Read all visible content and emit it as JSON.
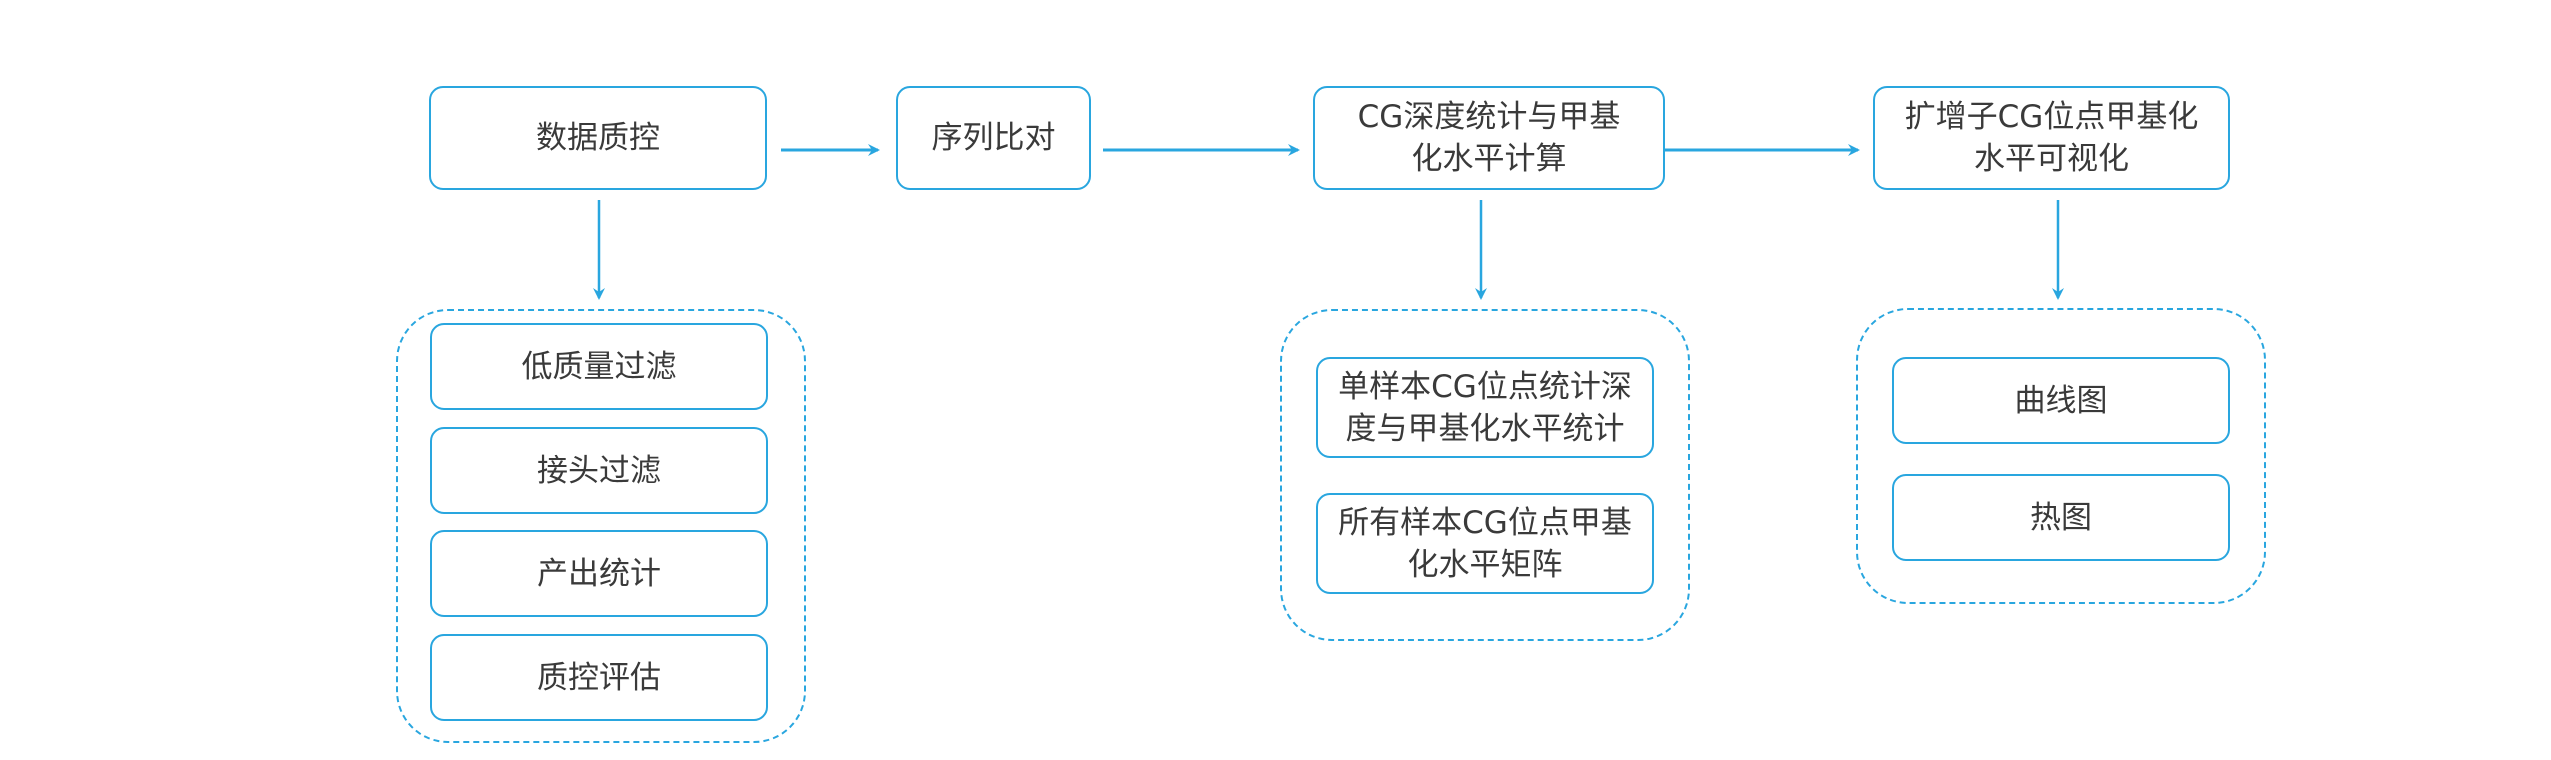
{
  "diagram": {
    "accent_color": "#29a6df",
    "text_color": "#3a3a3a",
    "steps": [
      {
        "id": "qc",
        "label": "数据质控"
      },
      {
        "id": "align",
        "label": "序列比对"
      },
      {
        "id": "cg-calc",
        "label": "CG深度统计与甲基化水平计算"
      },
      {
        "id": "viz",
        "label": "扩增子CG位点甲基化水平可视化"
      }
    ],
    "groups": [
      {
        "parent": "qc",
        "items": [
          "低质量过滤",
          "接头过滤",
          "产出统计",
          "质控评估"
        ]
      },
      {
        "parent": "cg-calc",
        "items": [
          "单样本CG位点统计深度与甲基化水平统计",
          "所有样本CG位点甲基化水平矩阵"
        ]
      },
      {
        "parent": "viz",
        "items": [
          "曲线图",
          "热图"
        ]
      }
    ],
    "flow": [
      {
        "from": "qc",
        "to": "align"
      },
      {
        "from": "align",
        "to": "cg-calc"
      },
      {
        "from": "cg-calc",
        "to": "viz"
      }
    ]
  }
}
